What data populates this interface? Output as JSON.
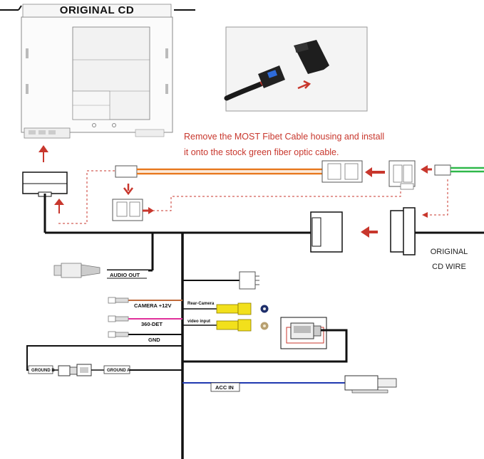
{
  "title": "ORIGINAL CD",
  "note_lines": [
    "Remove the MOST Fibet Cable housing and install",
    "it onto the stock green fiber optic cable."
  ],
  "original_cd_wire": [
    "ORIGINAL",
    "CD WIRE"
  ],
  "labels": {
    "audio_out": "AUDIO OUT",
    "camera_12v": "CAMERA +12V",
    "det_360": "360-DET",
    "gnd": "GND",
    "ground_b": "GROUND B",
    "ground_a": "GROUND A",
    "acc_in": "ACC IN",
    "rear_camera": "Rear-Camera",
    "video_input": "video input"
  },
  "colors": {
    "arrow": "#c8372d",
    "wire": "#111111",
    "fiber_orange": "#e8781e",
    "fiber_green": "#2fb84a",
    "camera_wire": "#c06a3a",
    "det_wire": "#e0309a",
    "acc_wire": "#2038b0",
    "rca_yellow": "#f2e01c"
  }
}
